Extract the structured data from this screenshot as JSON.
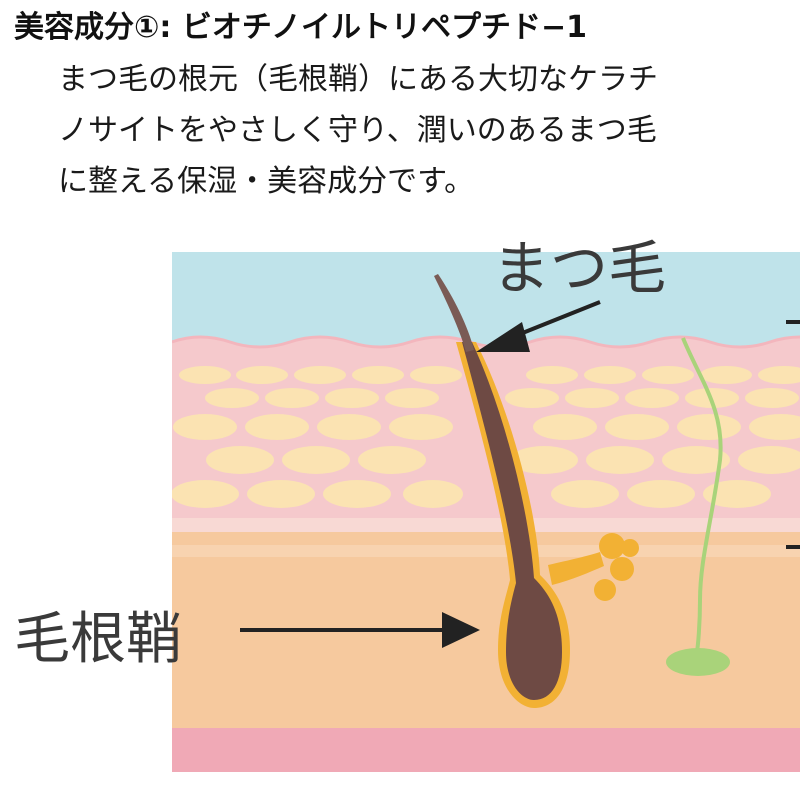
{
  "heading": {
    "title": "美容成分①: ビオチノイルトリペプチド−1"
  },
  "description": {
    "lines": [
      "まつ毛の根元（毛根鞘）にある大切なケラチ",
      "ノサイトをやさしく守り、潤いのあるまつ毛",
      "に整える保湿・美容成分です。"
    ]
  },
  "diagram": {
    "label_eyelash": "まつ毛",
    "label_root_sheath": "毛根鞘",
    "colors": {
      "sky": "#BFE3EA",
      "epidermis": "#F5C9CC",
      "cells": "#FBE3B2",
      "dermis": "#F6C99E",
      "subcutis": "#F0A9B6",
      "sheath": "#F2B134",
      "hair": "#6E4A44",
      "nerve": "#A9D37A"
    }
  }
}
